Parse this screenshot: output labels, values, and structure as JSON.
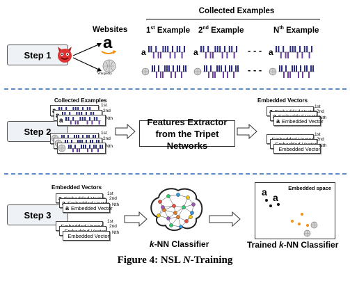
{
  "steps": [
    "Step 1",
    "Step 2",
    "Step 3"
  ],
  "step1": {
    "websites_label": "Websites",
    "collected_header": "Collected Examples",
    "example_labels": [
      {
        "n": "1",
        "sup": "st",
        "rest": " Example"
      },
      {
        "n": "2",
        "sup": "nd",
        "rest": " Example"
      },
      {
        "n": "N",
        "sup": "th",
        "rest": " Example"
      }
    ],
    "wiki_wordmark": "Wikipedia",
    "amazon_letter": "a",
    "ellipsis": "- - -"
  },
  "step2": {
    "collected_label": "Collected Examples",
    "extractor_line1": "Features Extractor",
    "extractor_line2": "from the Tripet Networks",
    "embedded_label": "Embedded Vectors",
    "vector_text": "Embedded Vector",
    "ordinals": [
      "1st",
      "2nd",
      "Nth"
    ]
  },
  "step3": {
    "embedded_label": "Embedded Vectors",
    "vector_text": "Embedded Vector",
    "ordinals": [
      "1st",
      "2nd",
      "Nth"
    ],
    "knn_prefix": "k",
    "knn_suffix": "-NN Classifier",
    "space_label": "Embedded space",
    "trained_prefix": "Trained ",
    "trained_k": "k",
    "trained_suffix": "-NN Classifier"
  },
  "caption": {
    "prefix": "Figure 4: NSL ",
    "italic": "N",
    "suffix": "-Training"
  },
  "colors": {
    "dash": "#5b8bc9",
    "bar": "#6b3fa0",
    "bar_dark": "#2a2a80",
    "amazon_orange": "#f29111",
    "node_colors": [
      "#e74c3c",
      "#2ecc71",
      "#3498db",
      "#f1c40f",
      "#9b59b6",
      "#e67e22"
    ]
  }
}
